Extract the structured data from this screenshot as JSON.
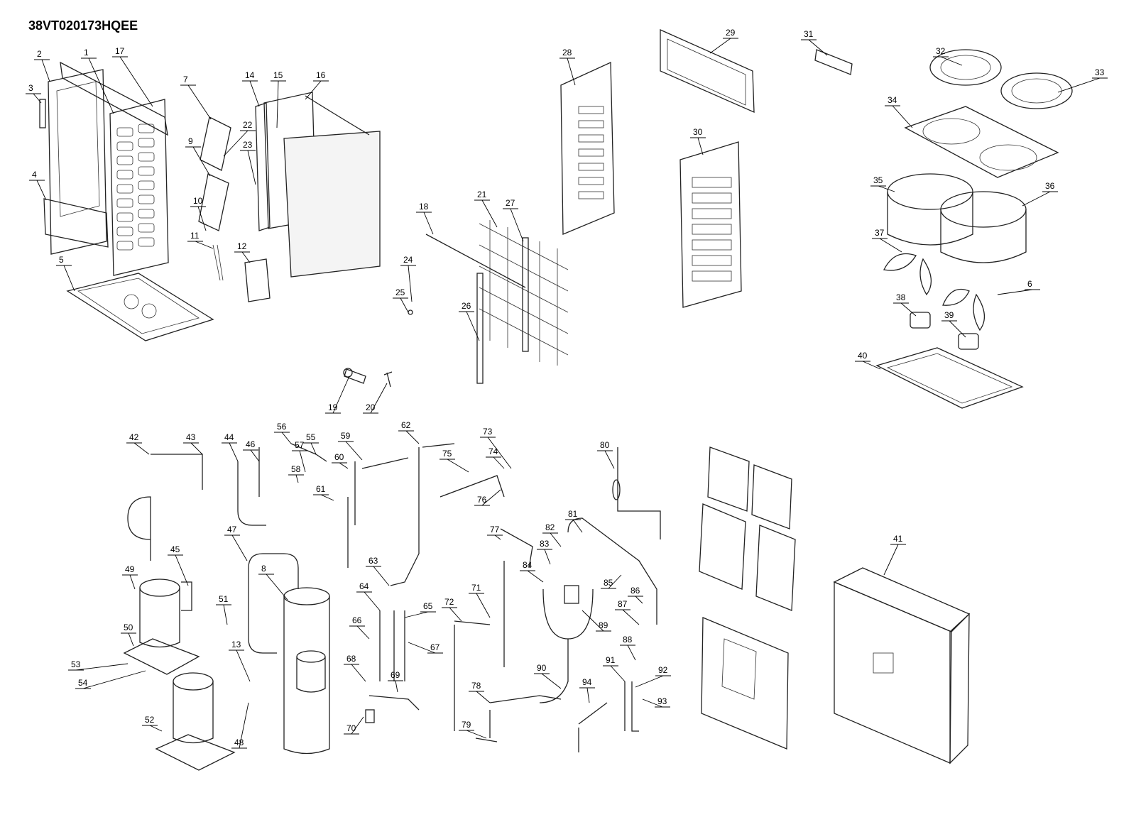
{
  "title": "38VT020173HQEE",
  "colors": {
    "line": "#222222",
    "background": "#ffffff"
  },
  "callouts": [
    "1",
    "2",
    "3",
    "4",
    "5",
    "7",
    "9",
    "10",
    "11",
    "12",
    "14",
    "15",
    "16",
    "17",
    "22",
    "23",
    "18",
    "19",
    "20",
    "21",
    "24",
    "25",
    "26",
    "27",
    "28",
    "29",
    "30",
    "31",
    "32",
    "33",
    "34",
    "35",
    "36",
    "37",
    "6",
    "38",
    "39",
    "40",
    "41",
    "42",
    "43",
    "44",
    "45",
    "46",
    "47",
    "48",
    "8",
    "13",
    "49",
    "50",
    "51",
    "52",
    "53",
    "54",
    "55",
    "56",
    "57",
    "58",
    "59",
    "60",
    "61",
    "62",
    "63",
    "64",
    "65",
    "66",
    "67",
    "68",
    "69",
    "70",
    "71",
    "72",
    "73",
    "74",
    "75",
    "76",
    "77",
    "78",
    "79",
    "80",
    "81",
    "82",
    "83",
    "84",
    "85",
    "86",
    "87",
    "88",
    "89",
    "90",
    "91",
    "92",
    "93",
    "94"
  ]
}
